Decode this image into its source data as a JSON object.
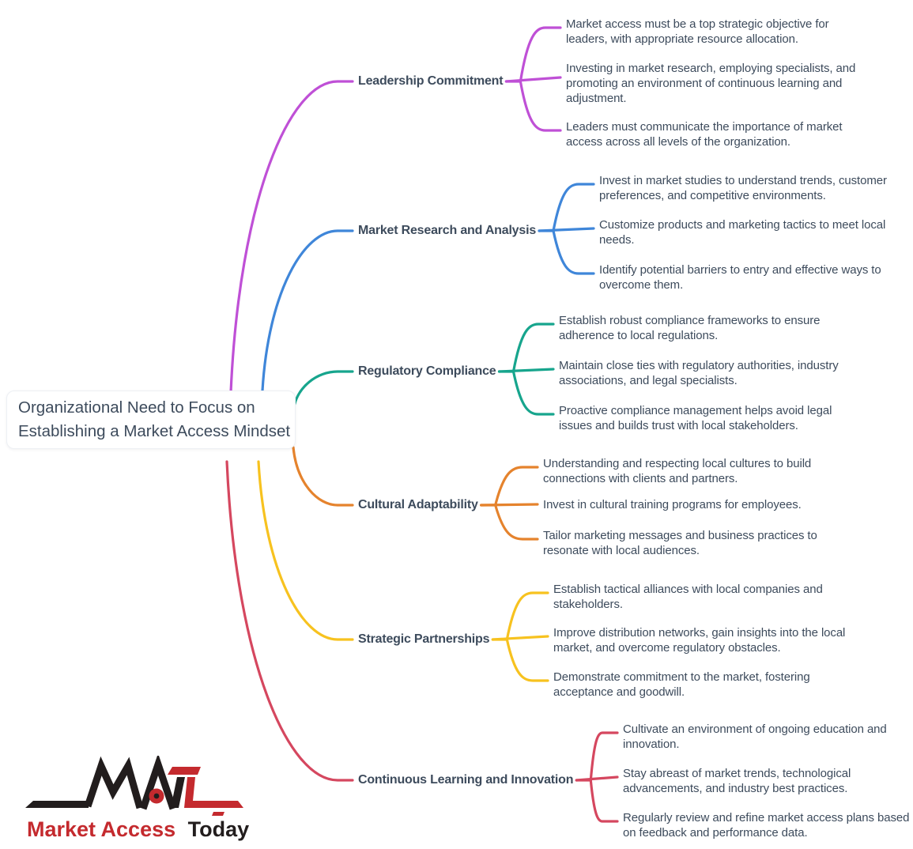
{
  "diagram": {
    "root_label": "Organizational Need to Focus on Establishing a Market Access Mindset",
    "text_color": "#3d4b5c",
    "background": "#ffffff"
  },
  "branches": [
    {
      "label": "Leadership Commitment",
      "color": "#bf50d6",
      "leaves": [
        "Market access must be a top strategic objective for leaders, with appropriate resource allocation.",
        "Investing in market research, employing specialists, and promoting an environment of continuous learning and adjustment.",
        "Leaders must communicate the importance of market access across all levels of the organization."
      ]
    },
    {
      "label": "Market Research and Analysis",
      "color": "#3f86d9",
      "leaves": [
        "Invest in market studies to understand trends, customer preferences, and competitive environments.",
        "Customize products and marketing tactics to meet local needs.",
        "Identify potential barriers to entry and effective ways to overcome them."
      ]
    },
    {
      "label": "Regulatory Compliance",
      "color": "#17a58d",
      "leaves": [
        "Establish robust compliance frameworks to ensure adherence to local regulations.",
        "Maintain close ties with regulatory authorities, industry associations, and legal specialists.",
        "Proactive compliance management helps avoid legal issues and builds trust with local stakeholders."
      ]
    },
    {
      "label": "Cultural Adaptability",
      "color": "#e5832d",
      "leaves": [
        "Understanding and respecting local cultures to build connections with clients and partners.",
        "Invest in cultural training programs for employees.",
        "Tailor marketing messages and business practices to resonate with local audiences."
      ]
    },
    {
      "label": "Strategic Partnerships",
      "color": "#f7c21f",
      "leaves": [
        "Establish tactical alliances with local companies and stakeholders.",
        "Improve distribution networks, gain insights into the local market, and overcome regulatory obstacles.",
        "Demonstrate commitment to the market, fostering acceptance and goodwill."
      ]
    },
    {
      "label": "Continuous Learning and Innovation",
      "color": "#d5475f",
      "leaves": [
        "Cultivate an environment of ongoing education and innovation.",
        "Stay abreast of market trends, technological advancements, and industry best practices.",
        "Regularly review and refine market access plans based on feedback and performance data."
      ]
    }
  ],
  "logo": {
    "word_red": "Market Access",
    "word_dark": "Today",
    "red": "#c42a2e",
    "dark": "#221d1d"
  }
}
